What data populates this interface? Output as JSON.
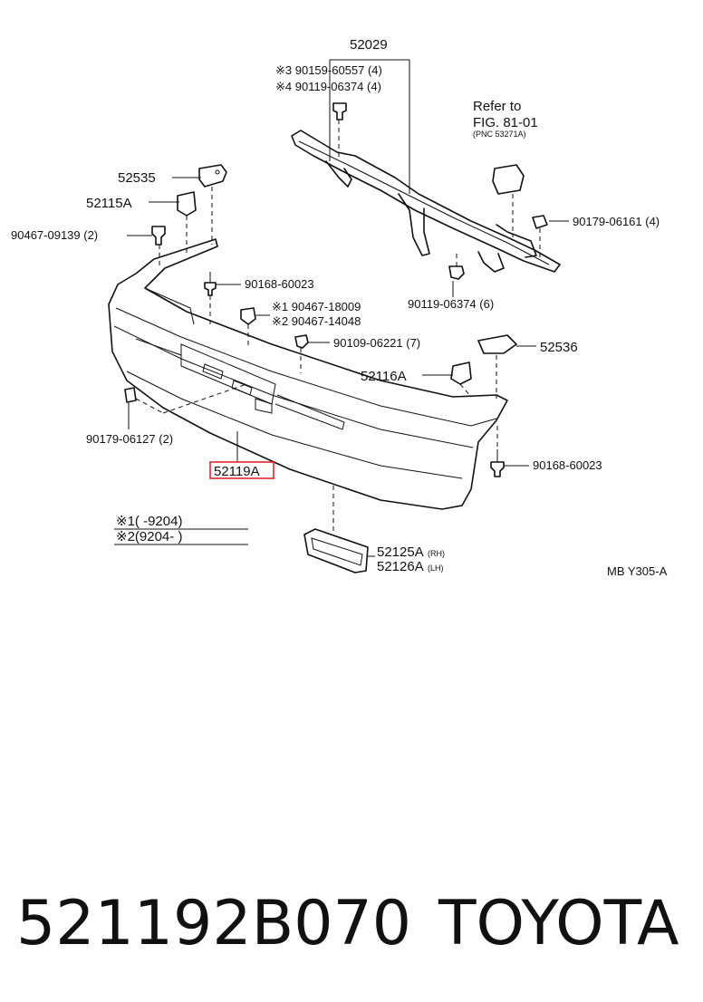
{
  "diagram": {
    "labels": {
      "p52029": "52029",
      "note3": "※3 90159-60557 (4)",
      "note4": "※4 90119-06374 (4)",
      "refer1": "Refer to",
      "refer2": "FIG. 81-01",
      "refer3": "(PNC 53271A)",
      "p52535": "52535",
      "p52115A": "52115A",
      "p90467_09139": "90467-09139 (2)",
      "p90179_06161": "90179-06161 (4)",
      "p90168_60023a": "90168-60023",
      "p90119_06374": "90119-06374 (6)",
      "p90467_18009": "※1 90467-18009",
      "p90467_14048": "※2 90467-14048",
      "p90109_06221": "90109-06221 (7)",
      "p52536": "52536",
      "p52116A": "52116A",
      "p90179_06127": "90179-06127 (2)",
      "p90168_60023b": "90168-60023",
      "p52119A": "52119A",
      "legend1": "※1(      -9204)",
      "legend2": "※2(9204-        )",
      "p52125A": "52125A",
      "p52125A_side": "(RH)",
      "p52126A": "52126A",
      "p52126A_side": "(LH)",
      "code": "MB Y305-A"
    },
    "highlight_color": "#e0282c"
  },
  "footer": {
    "part_number": "521192B070",
    "brand": "TOYOTA"
  }
}
